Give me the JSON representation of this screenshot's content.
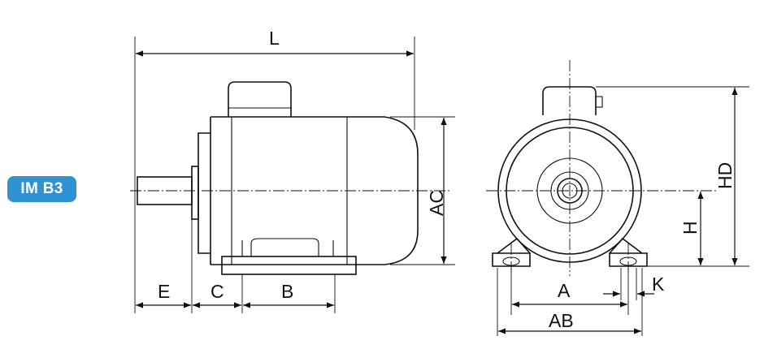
{
  "badge": {
    "label": "IM B3",
    "color": "#2f93d3"
  },
  "dimensions": {
    "L": "L",
    "AC": "AC",
    "E": "E",
    "C": "C",
    "B": "B",
    "HD": "HD",
    "H": "H",
    "A": "A",
    "AB": "AB",
    "K": "K"
  }
}
